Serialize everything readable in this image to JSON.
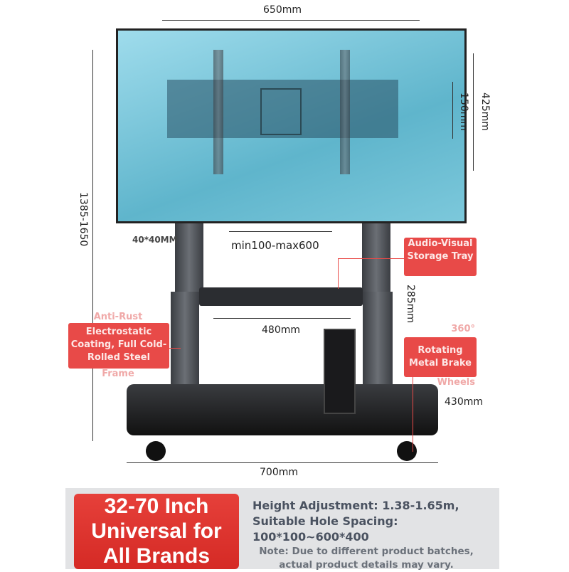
{
  "dimensions": {
    "width_top": "650mm",
    "height_total": "1385-1650",
    "screen_height": "425mm",
    "hole_height": "150mm",
    "column": "40*40MM",
    "hole_width": "min100-max600",
    "tray_width": "480mm",
    "tray_height": "285mm",
    "base_depth": "430mm",
    "base_width": "700mm"
  },
  "callouts": {
    "tray": "Audio-Visual Storage Tray",
    "coating_top": "Anti-Rust",
    "coating": "Electrostatic Coating, Full Cold-Rolled Steel",
    "coating_bottom": "Frame",
    "wheels_top": "360°",
    "wheels": "Rotating Metal Brake",
    "wheels_bottom": "Wheels"
  },
  "banner": {
    "headline": [
      "32-70 Inch",
      "Universal for",
      "All Brands"
    ],
    "spec": [
      "Height Adjustment: 1.38-1.65m,",
      "Suitable Hole Spacing:",
      "100*100~600*400"
    ],
    "note": [
      "Note: Due to different product batches,",
      "actual product details may vary."
    ]
  },
  "colors": {
    "accent": "#e84a48",
    "screen": "#7cc8db"
  }
}
